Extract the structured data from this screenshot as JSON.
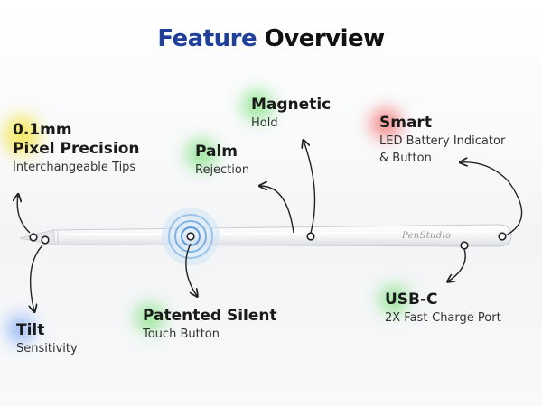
{
  "title": {
    "word1": "Feature",
    "word2": "Overview"
  },
  "brand": "PenStudio",
  "colors": {
    "title_blue": "#1f3f9a",
    "glow_yellow": "#f3e43a",
    "glow_green": "#7be07b",
    "glow_red": "#f26a6a",
    "glow_blue": "#7aa6f5"
  },
  "features": [
    {
      "id": "tip",
      "heading_lines": [
        "0.1mm",
        "Pixel Precision"
      ],
      "sub_lines": [
        "Interchangeable Tips"
      ]
    },
    {
      "id": "palm",
      "heading_lines": [
        "Palm"
      ],
      "sub_lines": [
        "Rejection"
      ]
    },
    {
      "id": "magnetic",
      "heading_lines": [
        "Magnetic"
      ],
      "sub_lines": [
        "Hold"
      ]
    },
    {
      "id": "smart",
      "heading_lines": [
        "Smart"
      ],
      "sub_lines": [
        "LED Battery Indicator",
        "& Button"
      ]
    },
    {
      "id": "tilt",
      "heading_lines": [
        "Tilt"
      ],
      "sub_lines": [
        "Sensitivity"
      ]
    },
    {
      "id": "silent",
      "heading_lines": [
        "Patented Silent"
      ],
      "sub_lines": [
        "Touch Button"
      ]
    },
    {
      "id": "usbc",
      "heading_lines": [
        "USB-C"
      ],
      "sub_lines": [
        "2X Fast-Charge Port"
      ]
    }
  ]
}
